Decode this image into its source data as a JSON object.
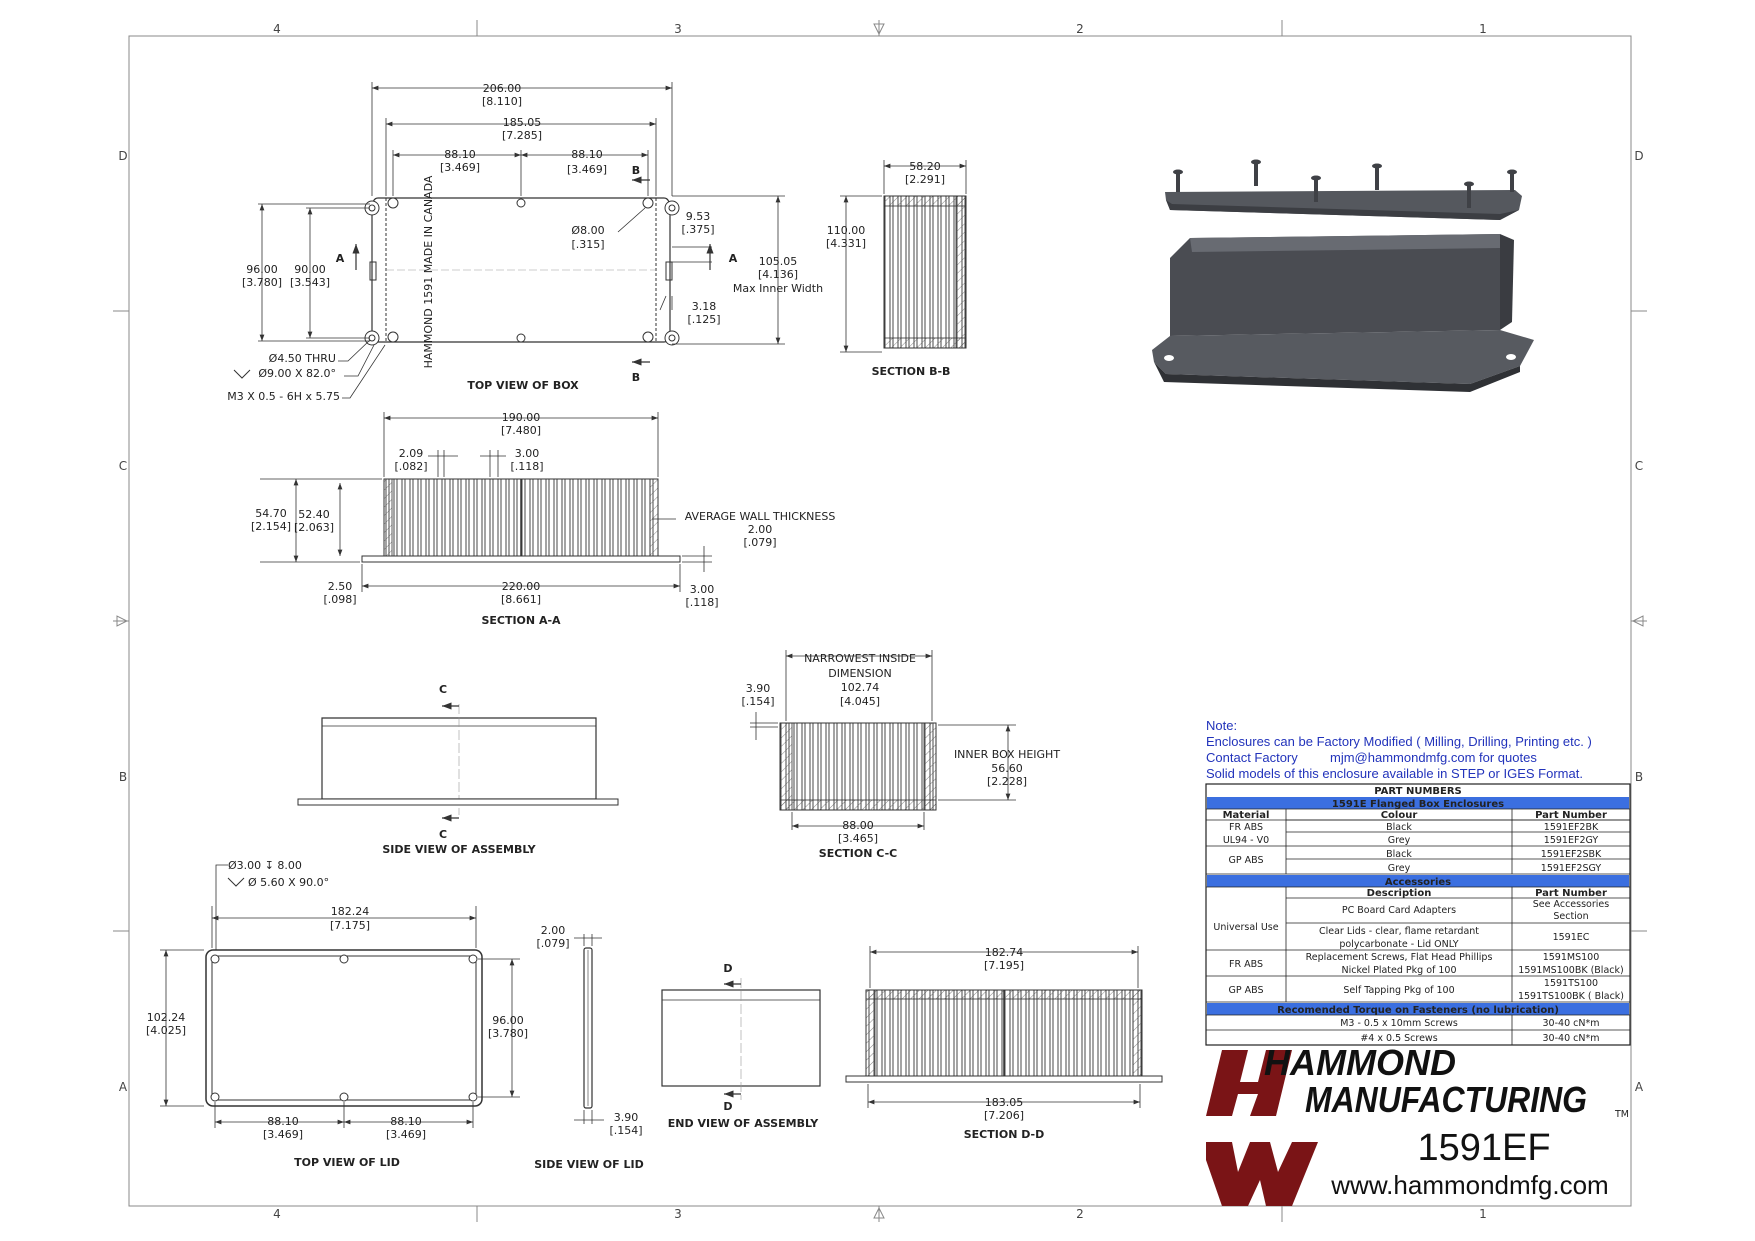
{
  "frame": {
    "col_labels_top": [
      "4",
      "3",
      "2",
      "1"
    ],
    "col_labels_bottom": [
      "4",
      "3",
      "2",
      "1"
    ],
    "row_labels": [
      "D",
      "C",
      "B",
      "A"
    ]
  },
  "views": {
    "top_view_box": "TOP VIEW OF BOX",
    "section_bb": "SECTION  B-B",
    "section_aa": "SECTION  A-A",
    "side_view_assembly": "SIDE VIEW OF ASSEMBLY",
    "section_cc": "SECTION  C-C",
    "top_view_lid": "TOP VIEW OF LID",
    "side_view_lid": "SIDE VIEW OF LID",
    "end_view_assembly": "END VIEW OF ASSEMBLY",
    "section_dd": "SECTION  D-D"
  },
  "dims": {
    "d206": [
      "206.00",
      "[8.110]"
    ],
    "d185": [
      "185.05",
      "[7.285]"
    ],
    "d88a": [
      "88.10",
      "[3.469]"
    ],
    "d88b": [
      "88.10",
      "[3.469]"
    ],
    "d96": [
      "96.00",
      "[3.780]"
    ],
    "d90": [
      "90.00",
      "[3.543]"
    ],
    "d8": [
      "Ø8.00",
      "[.315]"
    ],
    "d953": [
      "9.53",
      "[.375]"
    ],
    "d10505": [
      "105.05",
      "[4.136]",
      "Max Inner Width"
    ],
    "d318": [
      "3.18",
      "[.125]"
    ],
    "d450": "Ø4.50 THRU",
    "d900": "Ø9.00 X 82.0°",
    "m3": "M3 X 0.5 - 6H x 5.75",
    "d5820": [
      "58.20",
      "[2.291]"
    ],
    "d110": [
      "110.00",
      "[4.331]"
    ],
    "d190": [
      "190.00",
      "[7.480]"
    ],
    "d209": [
      "2.09",
      "[.082]"
    ],
    "d300": [
      "3.00",
      "[.118]"
    ],
    "d5470": [
      "54.70",
      "[2.154]"
    ],
    "d5240": [
      "52.40",
      "[2.063]"
    ],
    "wall": [
      "AVERAGE WALL THICKNESS",
      "2.00",
      "[.079]"
    ],
    "d250": [
      "2.50",
      "[.098]"
    ],
    "d220": [
      "220.00",
      "[8.661]"
    ],
    "d300b": [
      "3.00",
      "[.118]"
    ],
    "narrow": [
      "NARROWEST INSIDE",
      "DIMENSION",
      "102.74",
      "[4.045]"
    ],
    "d390": [
      "3.90",
      "[.154]"
    ],
    "inner": [
      "INNER BOX HEIGHT",
      "56.60",
      "[2.228]"
    ],
    "d8800": [
      "88.00",
      "[3.465]"
    ],
    "lidhole": "Ø3.00 ↧ 8.00",
    "lidcsk": "Ø 5.60 X 90.0°",
    "d18224": [
      "182.24",
      "[7.175]"
    ],
    "d10224": [
      "102.24",
      "[4.025]"
    ],
    "d9600b": [
      "96.00",
      "[3.780]"
    ],
    "d88c": [
      "88.10",
      "[3.469]"
    ],
    "d88d": [
      "88.10",
      "[3.469]"
    ],
    "d200": [
      "2.00",
      "[.079]"
    ],
    "d390b": [
      "3.90",
      "[.154]"
    ],
    "d18274": [
      "182.74",
      "[7.195]"
    ],
    "d18305": [
      "183.05",
      "[7.206]"
    ]
  },
  "markers": {
    "A": "A",
    "B": "B",
    "C": "C",
    "D": "D"
  },
  "note": {
    "title": "Note:",
    "line1": "Enclosures can be Factory Modified ( Milling, Drilling, Printing etc. )",
    "line2a": "Contact Factory",
    "line2b": "mjm@hammondmfg.com for quotes",
    "line3": "Solid models of this enclosure available in STEP or IGES Format."
  },
  "parts_table": {
    "title": "PART NUMBERS",
    "subtitle": "1591E Flanged Box Enclosures",
    "headers": [
      "Material",
      "Colour",
      "Part Number"
    ],
    "rows": [
      {
        "material": "FR ABS",
        "colour": "Black",
        "part": "1591EF2BK"
      },
      {
        "material": "UL94 - V0",
        "colour": "Grey",
        "part": "1591EF2GY"
      },
      {
        "material": "GP ABS",
        "colour": "Black",
        "part": "1591EF2SBK"
      },
      {
        "material": "",
        "colour": "Grey",
        "part": "1591EF2SGY"
      }
    ],
    "acc_title": "Accessories",
    "acc_headers": [
      "Description",
      "Part Number"
    ],
    "acc_rows": [
      {
        "material": "Universal Use",
        "desc1": "PC Board Card Adapters",
        "desc2": "",
        "part1": "See Accessories",
        "part2": "Section"
      },
      {
        "material": "",
        "desc1": "Clear Lids - clear, flame retardant",
        "desc2": "polycarbonate - Lid ONLY",
        "part1": "1591EC",
        "part2": ""
      },
      {
        "material": "FR ABS",
        "desc1": "Replacement Screws, Flat Head Phillips",
        "desc2": "Nickel Plated Pkg of 100",
        "part1": "1591MS100",
        "part2": "1591MS100BK (Black)"
      },
      {
        "material": "GP ABS",
        "desc1": "Self Tapping Pkg of 100",
        "desc2": "",
        "part1": "1591TS100",
        "part2": "1591TS100BK ( Black)"
      }
    ],
    "torque_title": "Recomended Torque on Fasteners (no lubrication)",
    "torque_rows": [
      {
        "item": "M3 - 0.5 x 10mm Screws",
        "value": "30-40 cN*m"
      },
      {
        "item": "#4 x 0.5 Screws",
        "value": "30-40 cN*m"
      }
    ]
  },
  "brand": {
    "line1": "HAMMOND",
    "line2": "MANUFACTURING",
    "tm": "TM",
    "part": "1591EF",
    "url": "www.hammondmfg.com"
  },
  "colors": {
    "brand_red": "#7a1416",
    "table_blue": "#3b6fe0",
    "note_blue": "#2233bb",
    "enclosure_grey": "#4a4c52"
  }
}
